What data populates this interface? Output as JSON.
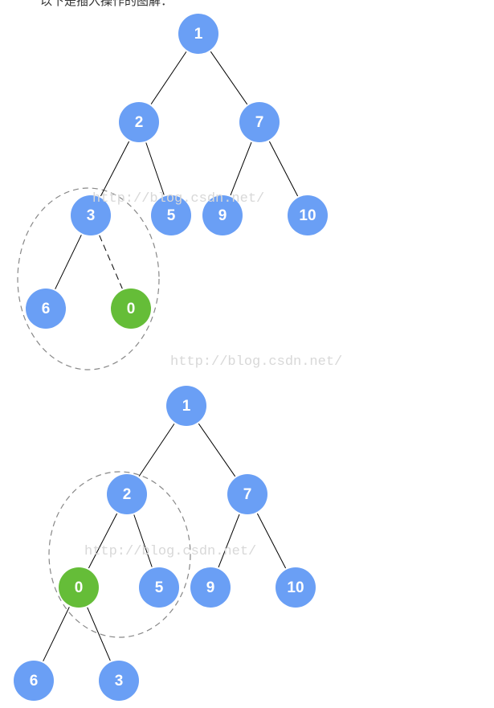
{
  "caption": "以下是插入操作的图解：",
  "watermarks": [
    "http://blog.csdn.net/",
    "http://blog.csdn.net/",
    "http://blog.csdn.net/"
  ],
  "colors": {
    "node": "#6a9ff5",
    "highlight": "#65bd38",
    "edge": "#000000",
    "circle": "#888888"
  },
  "trees": [
    {
      "name": "before-swap",
      "nodes": [
        {
          "id": "a1",
          "label": "1",
          "highlight": false
        },
        {
          "id": "a2",
          "label": "2",
          "highlight": false
        },
        {
          "id": "a7",
          "label": "7",
          "highlight": false
        },
        {
          "id": "a3",
          "label": "3",
          "highlight": false
        },
        {
          "id": "a5",
          "label": "5",
          "highlight": false
        },
        {
          "id": "a9",
          "label": "9",
          "highlight": false
        },
        {
          "id": "a10",
          "label": "10",
          "highlight": false
        },
        {
          "id": "a6",
          "label": "6",
          "highlight": false
        },
        {
          "id": "a0",
          "label": "0",
          "highlight": true
        }
      ],
      "edges": [
        {
          "from": "a1",
          "to": "a2",
          "dashed": false
        },
        {
          "from": "a1",
          "to": "a7",
          "dashed": false
        },
        {
          "from": "a2",
          "to": "a3",
          "dashed": false
        },
        {
          "from": "a2",
          "to": "a5",
          "dashed": false
        },
        {
          "from": "a7",
          "to": "a9",
          "dashed": false
        },
        {
          "from": "a7",
          "to": "a10",
          "dashed": false
        },
        {
          "from": "a3",
          "to": "a6",
          "dashed": false
        },
        {
          "from": "a3",
          "to": "a0",
          "dashed": true
        }
      ]
    },
    {
      "name": "after-swap",
      "nodes": [
        {
          "id": "b1",
          "label": "1",
          "highlight": false
        },
        {
          "id": "b2",
          "label": "2",
          "highlight": false
        },
        {
          "id": "b7",
          "label": "7",
          "highlight": false
        },
        {
          "id": "b0",
          "label": "0",
          "highlight": true
        },
        {
          "id": "b5",
          "label": "5",
          "highlight": false
        },
        {
          "id": "b9",
          "label": "9",
          "highlight": false
        },
        {
          "id": "b10",
          "label": "10",
          "highlight": false
        },
        {
          "id": "b6",
          "label": "6",
          "highlight": false
        },
        {
          "id": "b3",
          "label": "3",
          "highlight": false
        }
      ],
      "edges": [
        {
          "from": "b1",
          "to": "b2",
          "dashed": false
        },
        {
          "from": "b1",
          "to": "b7",
          "dashed": false
        },
        {
          "from": "b2",
          "to": "b0",
          "dashed": false
        },
        {
          "from": "b2",
          "to": "b5",
          "dashed": false
        },
        {
          "from": "b7",
          "to": "b9",
          "dashed": false
        },
        {
          "from": "b7",
          "to": "b10",
          "dashed": false
        },
        {
          "from": "b0",
          "to": "b6",
          "dashed": false
        },
        {
          "from": "b0",
          "to": "b3",
          "dashed": false
        }
      ]
    }
  ]
}
